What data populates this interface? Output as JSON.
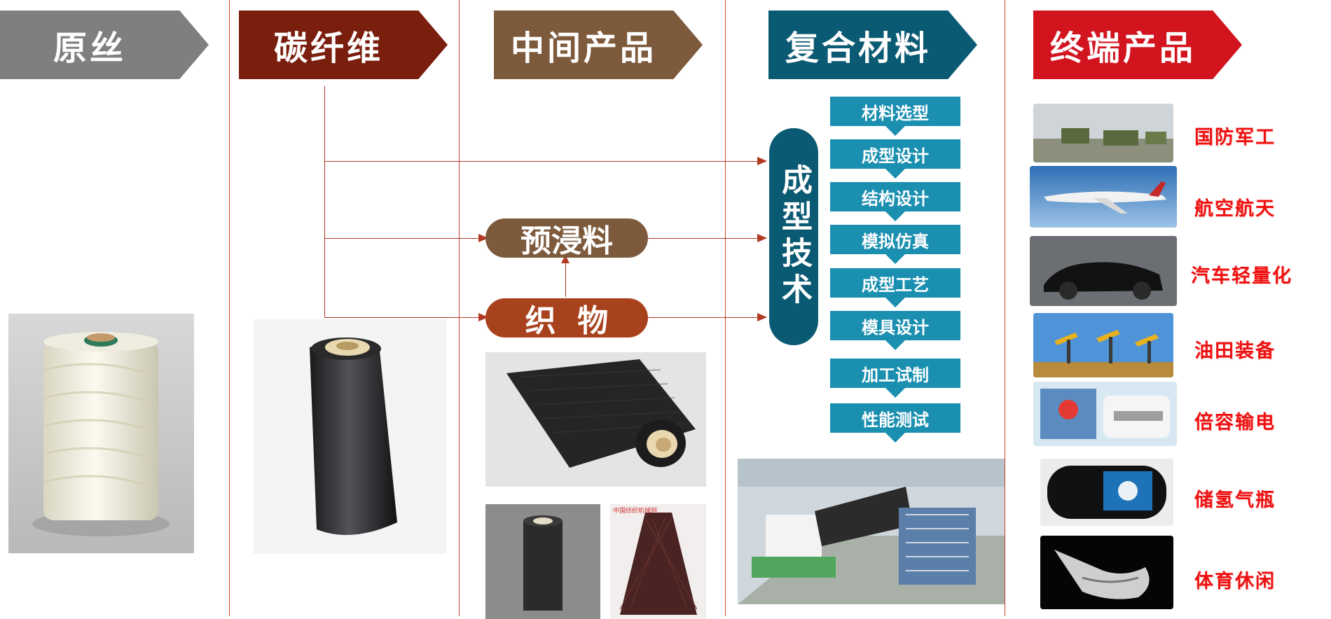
{
  "headers": {
    "raw": "原丝",
    "carbon": "碳纤维",
    "intermediate": "中间产品",
    "composite": "复合材料",
    "terminal": "终端产品"
  },
  "intermediates": {
    "prepreg": "预浸料",
    "fabric": "织  物"
  },
  "forming": {
    "title": "成型技术"
  },
  "steps": [
    "材料选型",
    "成型设计",
    "结构设计",
    "模拟仿真",
    "成型工艺",
    "模具设计",
    "加工试制",
    "性能测试"
  ],
  "products": [
    "国防军工",
    "航空航天",
    "汽车轻量化",
    "油田装备",
    "倍容输电",
    "储氢气瓶",
    "体育休闲"
  ],
  "photo_watermark": "中国纺织机械网",
  "colors": {
    "raw": "#7f7f7f",
    "carbon": "#7a1e0e",
    "intermediate": "#7d5a3c",
    "composite": "#0b5a73",
    "terminal": "#d2141f",
    "prepreg_pill": "#7d5a3c",
    "fabric_pill": "#a8421c",
    "forming_pill": "#0b5a73",
    "step": "#1a8fb0",
    "product_label": "#ee1111"
  }
}
